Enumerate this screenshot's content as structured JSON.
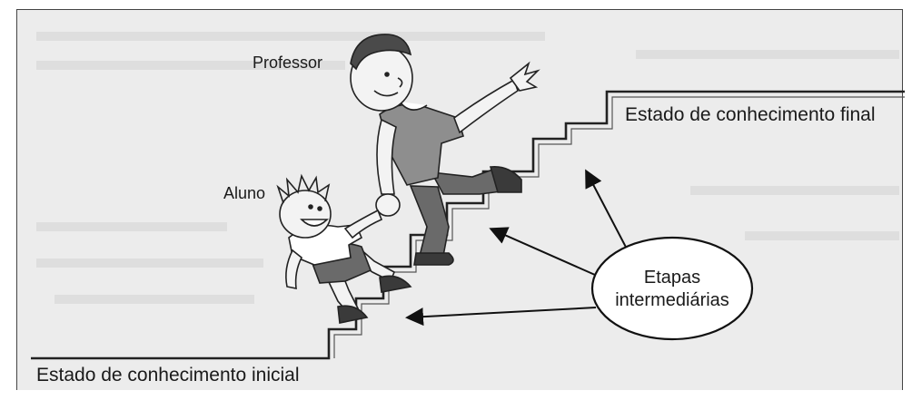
{
  "labels": {
    "professor": "Professor",
    "aluno": "Aluno",
    "final_state": "Estado de conhecimento final",
    "initial_state": "Estado de conhecimento inicial",
    "intermediate_line1": "Etapas",
    "intermediate_line2": "intermediárias"
  },
  "colors": {
    "background": "#ececec",
    "stairs": "#222222",
    "ellipse_fill": "#ffffff",
    "figure_skin": "#f3f3f3",
    "figure_shirt": "#8e8e8e",
    "figure_pants": "#6a6a6a",
    "figure_hair": "#4a4a4a"
  },
  "icons": {
    "teacher": "teacher-figure-icon",
    "student": "student-figure-icon"
  }
}
